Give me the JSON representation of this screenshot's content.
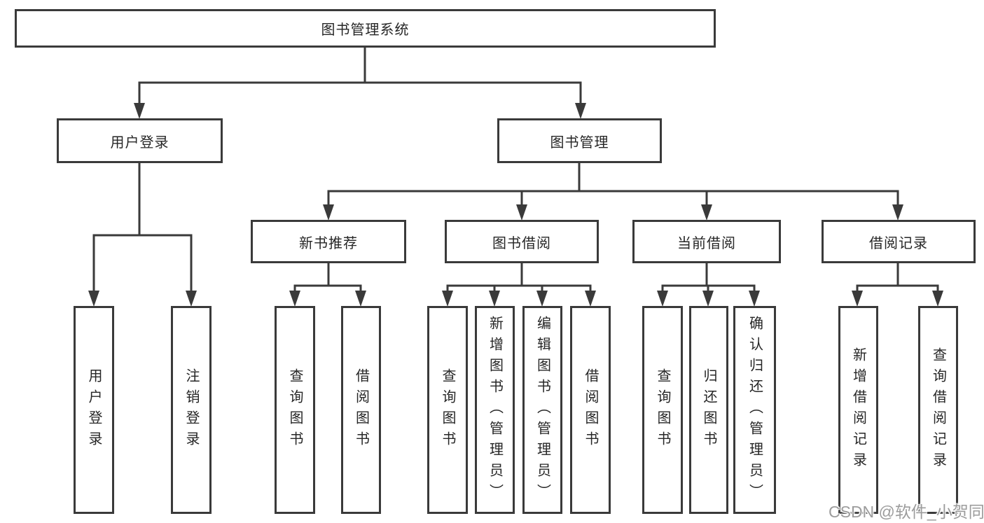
{
  "tree": {
    "root": {
      "label": "图书管理系统",
      "children": [
        {
          "label": "用户登录",
          "children": [
            {
              "label": "用户登录"
            },
            {
              "label": "注销登录"
            }
          ]
        },
        {
          "label": "图书管理",
          "children": [
            {
              "label": "新书推荐",
              "children": [
                {
                  "label": "查询图书"
                },
                {
                  "label": "借阅图书"
                }
              ]
            },
            {
              "label": "图书借阅",
              "children": [
                {
                  "label": "查询图书"
                },
                {
                  "label": "新增图书（管理员）"
                },
                {
                  "label": "编辑图书（管理员）"
                },
                {
                  "label": "借阅图书"
                }
              ]
            },
            {
              "label": "当前借阅",
              "children": [
                {
                  "label": "查询图书"
                },
                {
                  "label": "归还图书"
                },
                {
                  "label": "确认归还（管理员）"
                }
              ]
            },
            {
              "label": "借阅记录",
              "children": [
                {
                  "label": "新增借阅记录"
                },
                {
                  "label": "查询借阅记录"
                }
              ]
            }
          ]
        }
      ]
    }
  },
  "watermark": {
    "text": "CSDN @软件_小贺同学"
  },
  "colors": {
    "line": "#3a3a3a",
    "text": "#262626",
    "background": "#ffffff",
    "watermark": "#9c9c9c"
  }
}
